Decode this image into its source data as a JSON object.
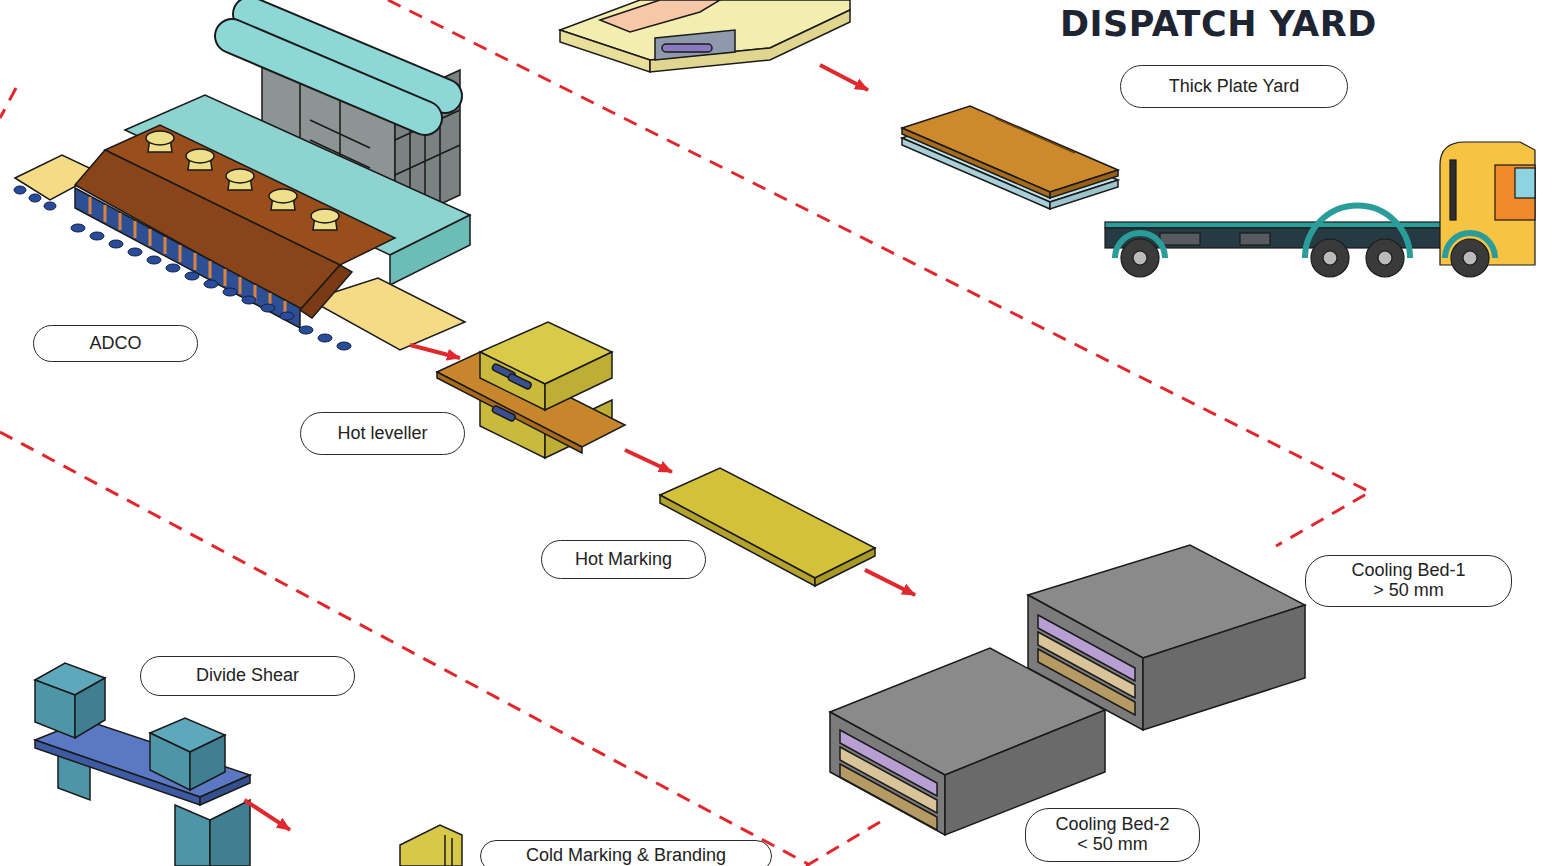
{
  "diagram": {
    "title": "DISPATCH YARD",
    "nodes": [
      {
        "text": [
          "Thick Plate Yard"
        ]
      },
      {
        "text": [
          "ADCO"
        ]
      },
      {
        "text": [
          "Hot leveller"
        ]
      },
      {
        "text": [
          "Hot Marking"
        ]
      },
      {
        "text": [
          "Cooling Bed-1",
          "> 50 mm"
        ]
      },
      {
        "text": [
          "Divide Shear"
        ]
      },
      {
        "text": [
          "Cooling Bed-2",
          "< 50 mm"
        ]
      },
      {
        "text": [
          "Cold Marking & Branding"
        ]
      }
    ],
    "edges": [
      {
        "from": 1,
        "to": 2,
        "arrow": "to"
      },
      {
        "from": 2,
        "to": 3,
        "arrow": "to"
      },
      {
        "from": 3,
        "to": 6,
        "arrow": "to"
      },
      {
        "from": 5,
        "to": 7,
        "arrow": "to"
      }
    ]
  }
}
